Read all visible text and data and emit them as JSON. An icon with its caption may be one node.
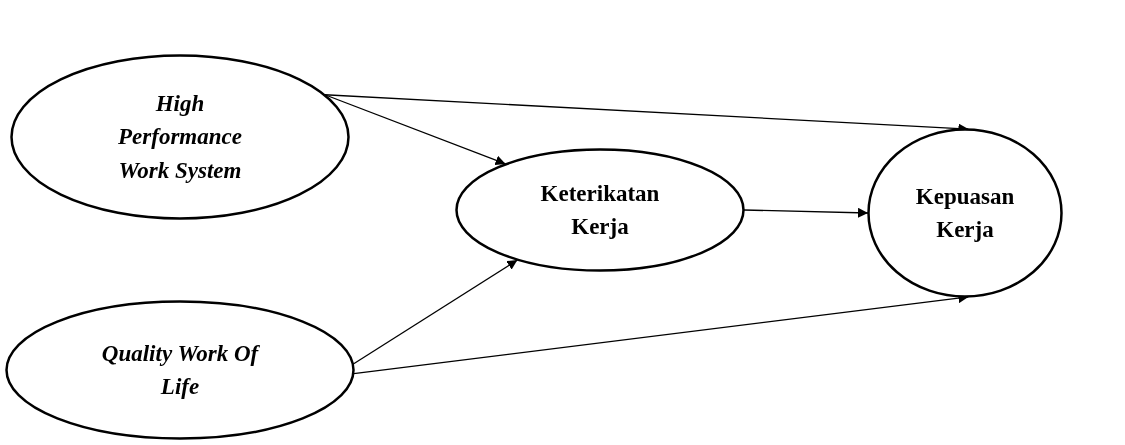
{
  "diagram": {
    "nodes": [
      {
        "text": [
          "High Performance Work System"
        ]
      },
      {
        "text": [
          "Quality Work Of Life"
        ]
      },
      {
        "text": [
          "Keterikatan Kerja"
        ]
      },
      {
        "text": [
          "Kepuasan Kerja"
        ]
      }
    ],
    "edges": [
      {
        "from": 0,
        "to": 2,
        "arrow": "to"
      },
      {
        "from": 0,
        "to": 3,
        "arrow": "to"
      },
      {
        "from": 2,
        "to": 3,
        "arrow": "to"
      },
      {
        "from": 1,
        "to": 2,
        "arrow": "to"
      },
      {
        "from": 1,
        "to": 3,
        "arrow": "to"
      }
    ]
  }
}
